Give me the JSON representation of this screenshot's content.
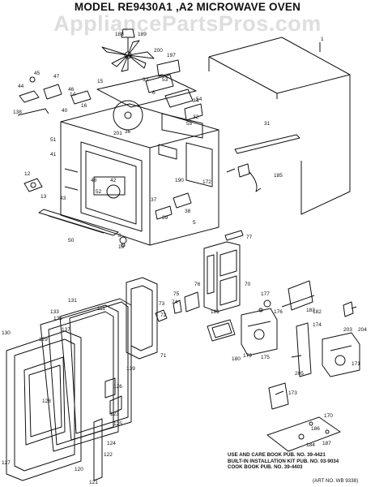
{
  "header": {
    "title": "MODEL RE9430A1 ,A2 MICROWAVE OVEN",
    "watermark": "AppliancePartsPros.com"
  },
  "footer": {
    "pub_lines": [
      "USE AND CARE BOOK PUB. NO. 39-4421",
      "BUILT-IN INSTALLATION KIT PUB. NO. 03-9034",
      "COOK BOOK PUB. NO. 39-4403"
    ],
    "art_no": "(ART NO. WB 9338)"
  },
  "part_labels": [
    "1",
    "5",
    "6",
    "8",
    "10",
    "12",
    "13",
    "14",
    "15",
    "16",
    "31",
    "32",
    "33",
    "34",
    "36",
    "37",
    "38",
    "39",
    "40",
    "41",
    "42",
    "43",
    "44",
    "45",
    "46",
    "47",
    "48",
    "50",
    "51",
    "52",
    "53",
    "54",
    "55",
    "70",
    "71",
    "72",
    "73",
    "74",
    "75",
    "76",
    "77",
    "111",
    "120",
    "121",
    "122",
    "123",
    "124",
    "125",
    "126",
    "127",
    "128",
    "129",
    "130",
    "131",
    "133",
    "135",
    "137",
    "138",
    "139",
    "170",
    "171",
    "172",
    "173",
    "174",
    "175",
    "176",
    "177",
    "179",
    "180",
    "181",
    "182",
    "183",
    "184",
    "185",
    "186",
    "187",
    "188",
    "189",
    "190",
    "197",
    "200",
    "201",
    "203",
    "204",
    "205"
  ],
  "colors": {
    "ink": "#111111",
    "background": "#ffffff"
  }
}
